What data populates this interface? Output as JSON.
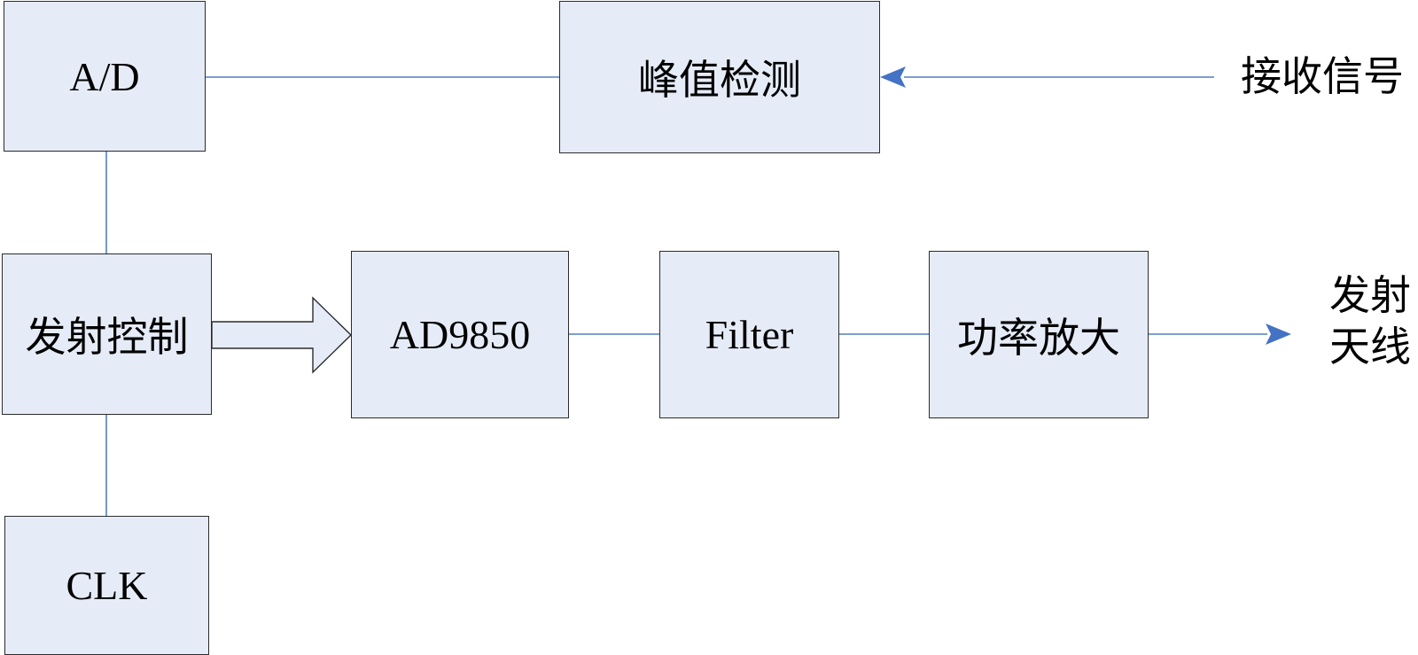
{
  "colors": {
    "block_fill": "#e6ecf7",
    "block_border": "#2b2b2b",
    "wire": "#4f81bd",
    "arrow": "#4472c4"
  },
  "blocks": {
    "ad": "A/D",
    "peak_detect": "峰值检测",
    "tx_control": "发射控制",
    "dds": "AD9850",
    "filter": "Filter",
    "power_amp": "功率放大",
    "clk": "CLK"
  },
  "external": {
    "rx_signal": "接收信号",
    "tx_antenna_line1": "发射",
    "tx_antenna_line2": "天线"
  }
}
